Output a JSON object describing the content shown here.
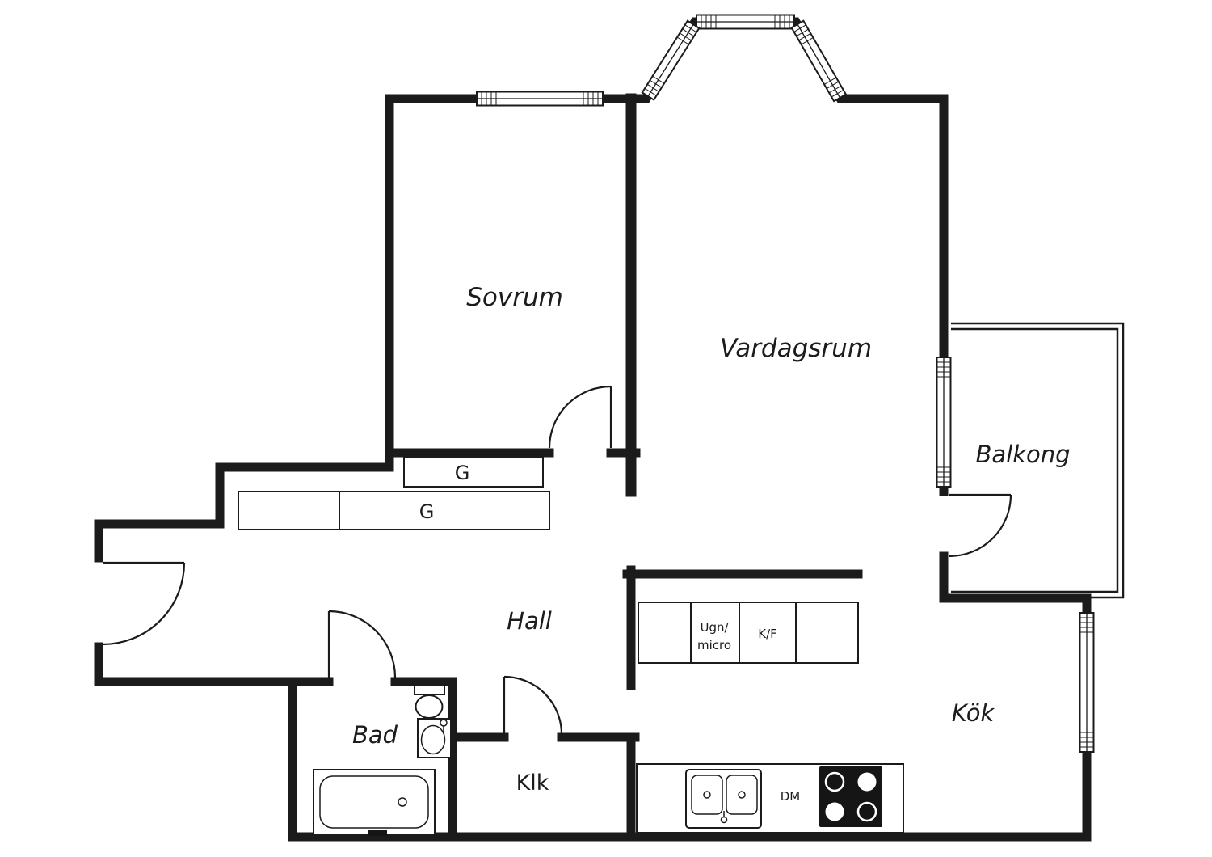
{
  "plan": {
    "rooms": {
      "sovrum": "Sovrum",
      "vardagsrum": "Vardagsrum",
      "balkong": "Balkong",
      "hall": "Hall",
      "bad": "Bad",
      "klk": "Klk",
      "kok": "Kök"
    },
    "storage": {
      "g1": "G",
      "g2": "G"
    },
    "appliances": {
      "oven_line1": "Ugn/",
      "oven_line2": "micro",
      "fridge_freezer": "K/F",
      "dishwasher": "DM"
    },
    "colors": {
      "wall": "#1b1b1b",
      "background": "#ffffff"
    }
  }
}
